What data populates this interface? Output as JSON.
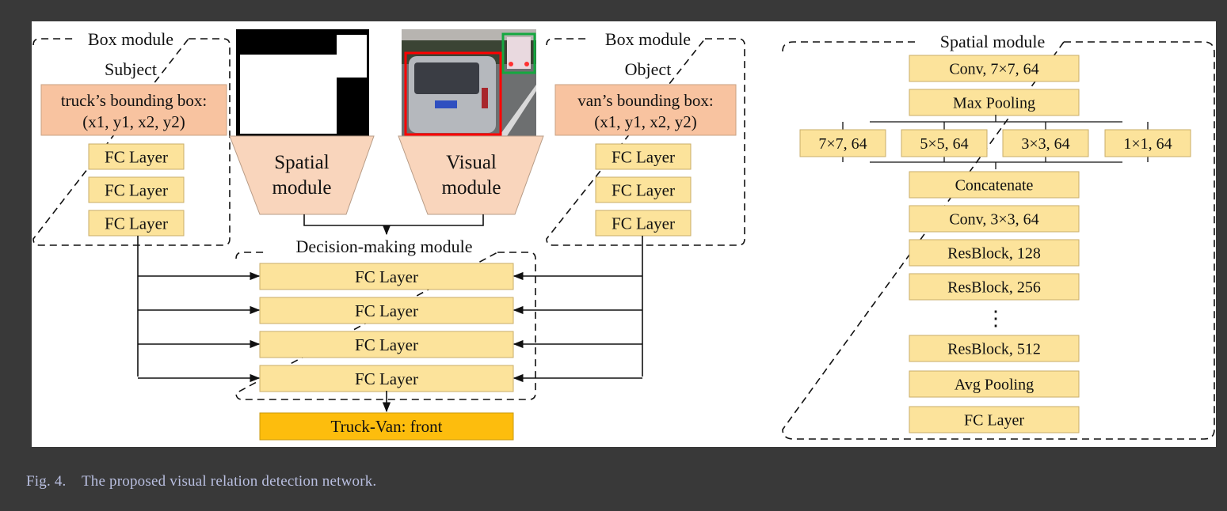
{
  "figure": {
    "caption": {
      "label": "Fig. 4.",
      "text": "The proposed visual relation detection network."
    },
    "colors": {
      "layer_fill": "#fce39b",
      "bbox_fill": "#f8c3a0",
      "trapezoid_fill": "#f9d5bc",
      "output_fill": "#fdbd0d",
      "subject_box_color": "#ff0000",
      "object_box_color": "#15a840",
      "dash_color": "#111111",
      "background": "#393939",
      "caption_color": "#b9bfe0"
    },
    "subject_box_module": {
      "title": "Box module",
      "role": "Subject",
      "bbox_line1": "truck’s bounding box:",
      "bbox_line2": "(x1, y1, x2, y2)",
      "layers": [
        "FC Layer",
        "FC Layer",
        "FC Layer"
      ]
    },
    "object_box_module": {
      "title": "Box module",
      "role": "Object",
      "bbox_line1": "van’s bounding box:",
      "bbox_line2": "(x1, y1, x2, y2)",
      "layers": [
        "FC Layer",
        "FC Layer",
        "FC Layer"
      ]
    },
    "spatial_input": {
      "label_line1": "Spatial",
      "label_line2": "module",
      "image_desc": "binary-mask"
    },
    "visual_input": {
      "label_line1": "Visual",
      "label_line2": "module",
      "image_desc": "road-photo-van-and-truck"
    },
    "decision_module": {
      "title": "Decision-making module",
      "layers": [
        "FC Layer",
        "FC Layer",
        "FC Layer",
        "FC Layer"
      ],
      "output": "Truck-Van: front"
    },
    "spatial_module_detail": {
      "title": "Spatial module",
      "top_layers": [
        "Conv, 7×7, 64",
        "Max Pooling"
      ],
      "branches": [
        "7×7, 64",
        "5×5, 64",
        "3×3, 64",
        "1×1, 64"
      ],
      "bottom_layers": [
        "Concatenate",
        "Conv, 3×3, 64",
        "ResBlock, 128",
        "ResBlock, 256"
      ],
      "ellipsis": "⋮",
      "final_layers": [
        "ResBlock, 512",
        "Avg Pooling",
        "FC Layer"
      ]
    }
  }
}
